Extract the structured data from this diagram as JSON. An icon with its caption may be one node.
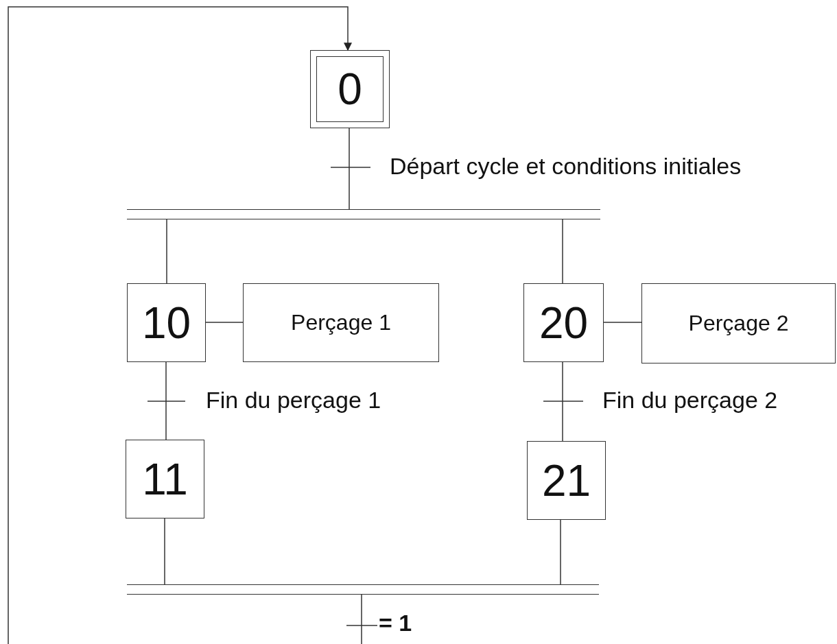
{
  "diagram": {
    "nodes": [
      {
        "text": [
          "0"
        ]
      },
      {
        "text": [],
        "shape": "bar"
      },
      {
        "text": [
          "10"
        ]
      },
      {
        "text": [
          "Perçage 1"
        ]
      },
      {
        "text": [
          "20"
        ]
      },
      {
        "text": [
          "Perçage 2"
        ]
      },
      {
        "text": [
          "11"
        ]
      },
      {
        "text": [
          "21"
        ]
      },
      {
        "text": [],
        "shape": "bar"
      }
    ],
    "edges": [
      {
        "from": 0,
        "to": 1,
        "arrow": "none",
        "label": "Départ cycle et conditions initiales"
      },
      {
        "from": 1,
        "to": 2,
        "arrow": "none"
      },
      {
        "from": 1,
        "to": 4,
        "arrow": "none"
      },
      {
        "from": 2,
        "to": 3,
        "arrow": "none"
      },
      {
        "from": 4,
        "to": 5,
        "arrow": "none"
      },
      {
        "from": 2,
        "to": 6,
        "arrow": "none",
        "label": "Fin du perçage 1"
      },
      {
        "from": 4,
        "to": 7,
        "arrow": "none",
        "label": "Fin du perçage 2"
      },
      {
        "from": 6,
        "to": 8,
        "arrow": "none"
      },
      {
        "from": 7,
        "to": 8,
        "arrow": "none"
      },
      {
        "from": 8,
        "to": 0,
        "arrow": "to",
        "label": "= 1"
      }
    ]
  }
}
